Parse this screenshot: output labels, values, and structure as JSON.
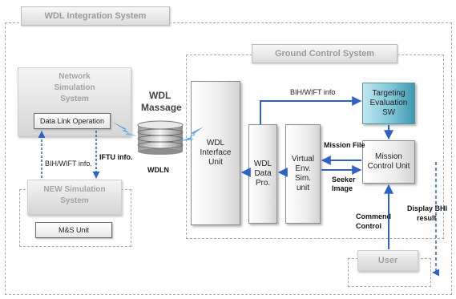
{
  "system": {
    "title": "WDL Integration System"
  },
  "ground_control": {
    "title": "Ground Control System",
    "wdl_interface": "WDL Interface Unit",
    "wdl_data_proc": "WDL Data Pro.",
    "virtual_env": "Virtual Env. Sim. unit",
    "targeting": "Targeting Evaluation SW",
    "mission_control": "Mission Control Unit",
    "user": "User"
  },
  "network_sim": {
    "title": "Network Simulation System",
    "data_link": "Data Link Operation"
  },
  "new_sim": {
    "title": "NEW Simulation System",
    "unit": "M&S Unit"
  },
  "wdl": {
    "massage_line1": "WDL",
    "massage_line2": "Massage",
    "wdln": "WDLN"
  },
  "labels": {
    "bih_wift_info_top": "BIH/WIFT info",
    "bih_wift_info_left": "BIH/WIFT info.",
    "iftu_info": "IFTU info.",
    "mission_file": "Mission File",
    "seeker_line1": "Seeker",
    "seeker_line2": "Image",
    "command_line1": "Commend",
    "command_line2": "Control",
    "display_line1": "Display BHI",
    "display_line2": "result"
  },
  "colors": {
    "arrow": "#2f62c6",
    "targeting_fill": "#7fc6d6"
  }
}
